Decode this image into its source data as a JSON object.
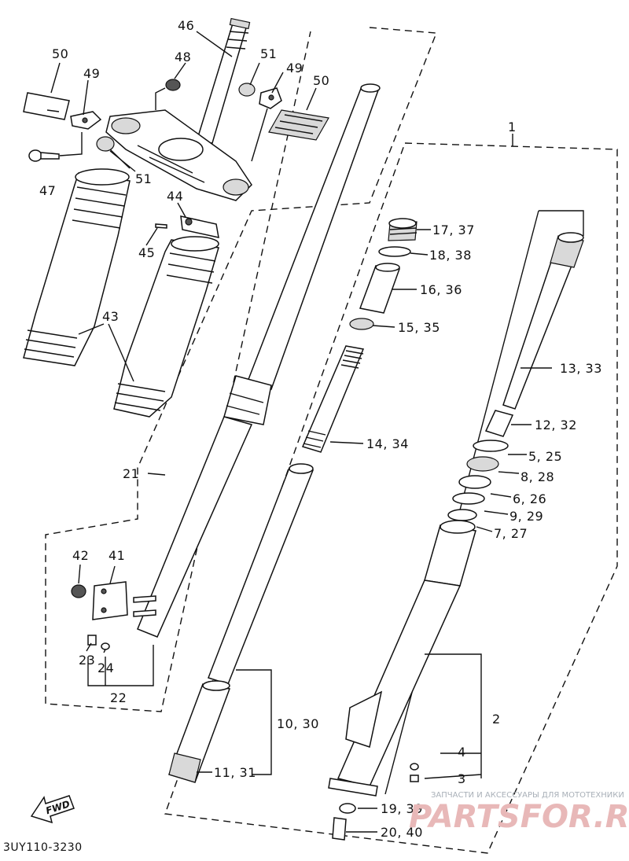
{
  "diagram_code": "3UY110-3230",
  "fwd_label": "FWD",
  "watermark": {
    "tagline": "ЗАПЧАСТИ И АКСЕССУАРЫ ДЛЯ МОТОТЕХНИКИ",
    "brand": "PARTSFOR.RU"
  },
  "callouts": {
    "c1": "1",
    "c2": "2",
    "c3": "3",
    "c4": "4",
    "c5_25": "5, 25",
    "c6_26": "6, 26",
    "c7_27": "7, 27",
    "c8_28": "8, 28",
    "c9_29": "9, 29",
    "c10_30": "10, 30",
    "c11_31": "11, 31",
    "c12_32": "12, 32",
    "c13_33": "13, 33",
    "c14_34": "14, 34",
    "c15_35": "15, 35",
    "c16_36": "16, 36",
    "c17_37": "17, 37",
    "c18_38": "18, 38",
    "c19_39": "19, 39",
    "c20_40": "20, 40",
    "c21": "21",
    "c22": "22",
    "c23": "23",
    "c24": "24",
    "c41": "41",
    "c42": "42",
    "c43": "43",
    "c44": "44",
    "c45": "45",
    "c46": "46",
    "c47": "47",
    "c48": "48",
    "c49a": "49",
    "c49b": "49",
    "c50a": "50",
    "c50b": "50",
    "c51a": "51",
    "c51b": "51"
  }
}
